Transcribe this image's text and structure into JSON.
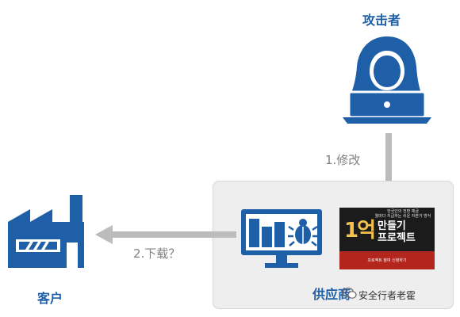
{
  "nodes": {
    "attacker": {
      "label": "攻击者"
    },
    "supplier": {
      "label": "供应商"
    },
    "customer": {
      "label": "客户"
    }
  },
  "edges": {
    "modify": {
      "label": "1.修改"
    },
    "download": {
      "label": "2.下载？"
    }
  },
  "advert": {
    "top_text": "한국인의 전환 예금\n월마다 지급하는 쉬운 자본가 방식",
    "big_number": "1억",
    "title": "만들기\n프로젝트",
    "cta": "프로젝트 참여 신청하기"
  },
  "watermark": {
    "text": "安全行者老霍"
  },
  "colors": {
    "primary_blue": "#1f5fa8",
    "arrow_gray": "#bcbcbc",
    "label_gray": "#7f7f7f",
    "box_fill": "#eeeeee"
  }
}
